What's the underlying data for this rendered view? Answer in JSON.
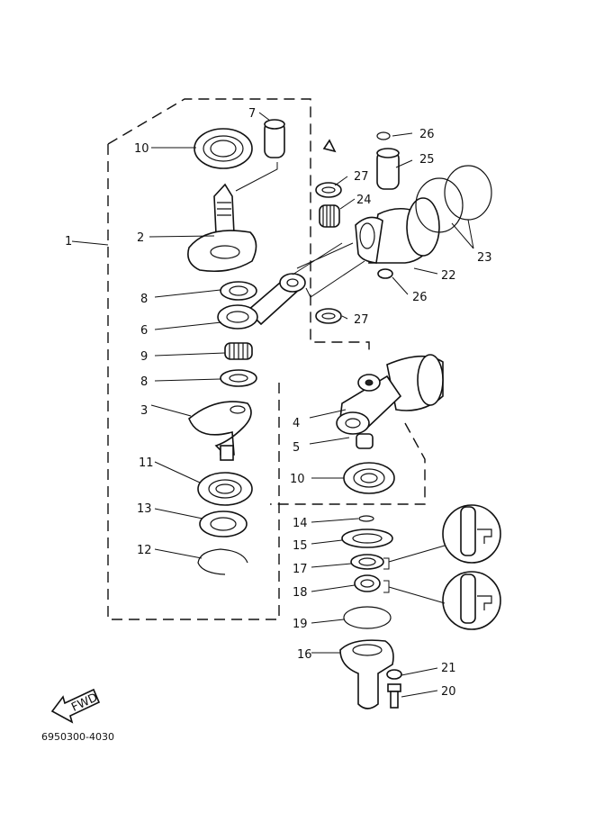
{
  "diagram_code": "6950300-4030",
  "fwd_label": "FWD",
  "callouts": {
    "c1": "1",
    "c2": "2",
    "c3": "3",
    "c4": "4",
    "c5": "5",
    "c6": "6",
    "c7": "7",
    "c8a": "8",
    "c8b": "8",
    "c9": "9",
    "c10a": "10",
    "c10b": "10",
    "c11": "11",
    "c12": "12",
    "c13": "13",
    "c14": "14",
    "c15": "15",
    "c16": "16",
    "c17": "17",
    "c18": "18",
    "c19": "19",
    "c20": "20",
    "c21": "21",
    "c22": "22",
    "c23": "23",
    "c24": "24",
    "c25": "25",
    "c26a": "26",
    "c26b": "26",
    "c27a": "27",
    "c27b": "27"
  }
}
